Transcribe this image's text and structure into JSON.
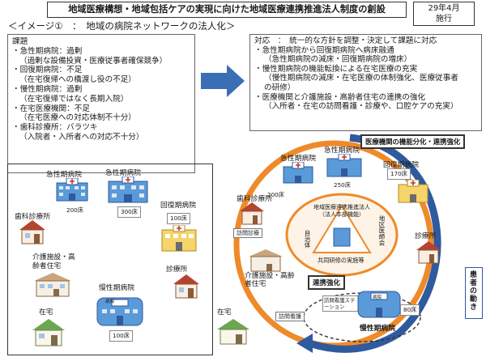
{
  "header": {
    "title": "地域医療構想・地域包括ケアの実現に向けた地域医療連携推進法人制度の創設",
    "date_line1": "29年4月",
    "date_line2": "施行"
  },
  "image_label": "＜イメージ①　：　地域の病院ネットワークの法人化＞",
  "issues": {
    "heading": "課題",
    "items": [
      {
        "label": "・急性期病院：過剰",
        "detail": "（過剰な設備投資・医療従事者確保競争）"
      },
      {
        "label": "・回復期病院：不足",
        "detail": "（在宅復帰への橋渡し役の不足）"
      },
      {
        "label": "・慢性期病院：過剰",
        "detail": "（在宅復帰ではなく長期入院）"
      },
      {
        "label": "・在宅医療機関：不足",
        "detail": "（在宅医療への対応体制不十分）"
      },
      {
        "label": "・歯科診療所：バラツキ",
        "detail": "（入院者・入所者への対応不十分）"
      }
    ]
  },
  "solutions": {
    "heading": "対応　：　統一的な方針を調整・決定して課題に対応",
    "items": [
      {
        "label": "・急性期病院から回復期病院へ病床融通",
        "details": [
          "（急性期病院の減床・回復期病院の増床）"
        ]
      },
      {
        "label": "・慢性期病院の機能転換による在宅医療の充実",
        "details": [
          "（慢性期病院の減床・在宅医療の体制強化、医療従事者",
          "の研修）"
        ]
      },
      {
        "label": "・医療機関と介護施設・高齢者住宅の連携の強化",
        "details": [
          "（入所者・在宅の訪問看護・診療や、口腔ケアの充実）"
        ]
      }
    ]
  },
  "left_diagram": {
    "acute1": "急性期病院",
    "acute2": "急性期病院",
    "beds_200": "200床",
    "beds_300": "300床",
    "dental": "歯科診療所",
    "recovery": "回復期病院",
    "beds_100_recovery": "100床",
    "care": "介護施設・高齢者住宅",
    "clinic": "診療所",
    "chronic": "慢性期病院",
    "beds_100_chronic": "100床",
    "home": "在宅",
    "hospital_sign": "病院"
  },
  "right_diagram": {
    "callout_function": "医療機関の機能分化・連携強化",
    "acute1": "急性期病院",
    "acute2": "急性期病院",
    "recovery": "回復期病院",
    "beds_200": "200床",
    "beds_250": "250床",
    "beds_170": "170床",
    "dental": "歯科診療所",
    "corp_title": "地域医療連携推進法人",
    "corp_sub": "（法人本部機能）",
    "self_gov": "自治体",
    "med_assoc": "地区医師会",
    "joint_training": "共同研修の実施等",
    "clinic": "診療所",
    "visit_care": "訪問診療",
    "care": "介護施設・高齢者住宅",
    "callout_coop": "連携強化",
    "nursing_station": "訪問看護ステーション",
    "visit_nursing": "訪問看護",
    "beds_80": "80床",
    "chronic": "慢性期病院",
    "home": "在宅",
    "patient_move": "患者の動き",
    "hospital_sign": "病院"
  },
  "colors": {
    "arrow": "#3a6fb6",
    "orange_ring": "#ef8a2a",
    "navy_arc": "#2f5a9e",
    "building_blue": "#5a9ad8",
    "roof_red": "#b5432f",
    "roof_green": "#6aa84f"
  }
}
